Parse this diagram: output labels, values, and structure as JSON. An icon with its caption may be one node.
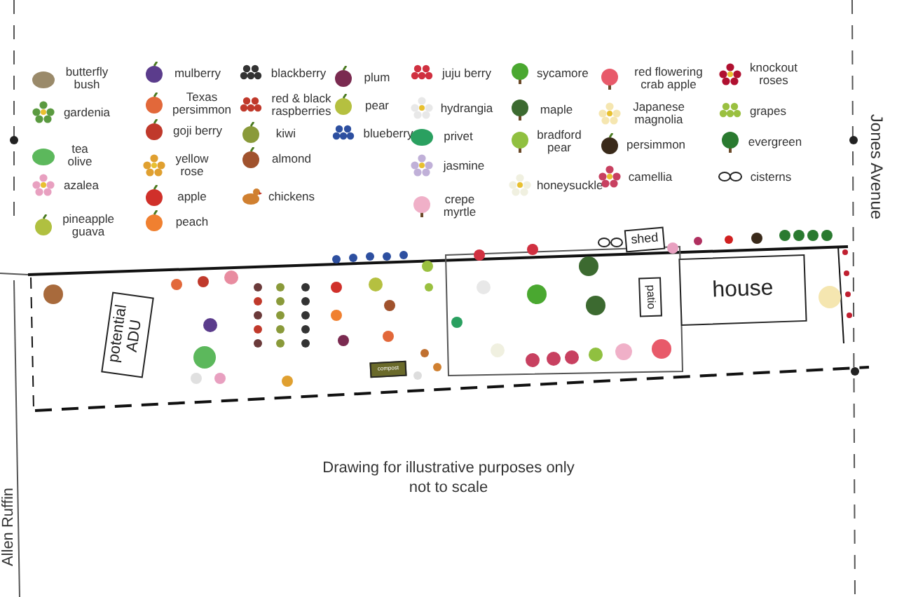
{
  "diagram": {
    "caption": "Drawing for illustrative purposes only not to scale",
    "nodes": [
      {
        "text": [
          "potential ADU"
        ]
      },
      {
        "text": [
          "compost"
        ]
      },
      {
        "text": [
          "shed"
        ]
      },
      {
        "text": [
          "patio"
        ]
      },
      {
        "text": [
          "house"
        ]
      }
    ],
    "edges": [],
    "labels": [
      "Jones Avenue",
      "Allen Ruffin"
    ],
    "legend": [
      {
        "text": "butterfly bush"
      },
      {
        "text": "gardenia"
      },
      {
        "text": "tea olive"
      },
      {
        "text": "azalea"
      },
      {
        "text": "pineapple guava"
      },
      {
        "text": "mulberry"
      },
      {
        "text": "Texas persimmon"
      },
      {
        "text": "goji berry"
      },
      {
        "text": "yellow rose"
      },
      {
        "text": "apple"
      },
      {
        "text": "peach"
      },
      {
        "text": "blackberry"
      },
      {
        "text": "red & black raspberries"
      },
      {
        "text": "kiwi"
      },
      {
        "text": "almond"
      },
      {
        "text": "chickens"
      },
      {
        "text": "plum"
      },
      {
        "text": "pear"
      },
      {
        "text": "blueberry"
      },
      {
        "text": "juju berry"
      },
      {
        "text": "hydrangia"
      },
      {
        "text": "privet"
      },
      {
        "text": "jasmine"
      },
      {
        "text": "crepe myrtle"
      },
      {
        "text": "sycamore"
      },
      {
        "text": "maple"
      },
      {
        "text": "bradford pear"
      },
      {
        "text": "honeysuckle"
      },
      {
        "text": "red flowering crab apple"
      },
      {
        "text": "Japanese magnolia"
      },
      {
        "text": "persimmon"
      },
      {
        "text": "camellia"
      },
      {
        "text": "knockout roses"
      },
      {
        "text": "grapes"
      },
      {
        "text": "evergreen"
      },
      {
        "text": "cisterns"
      }
    ]
  }
}
